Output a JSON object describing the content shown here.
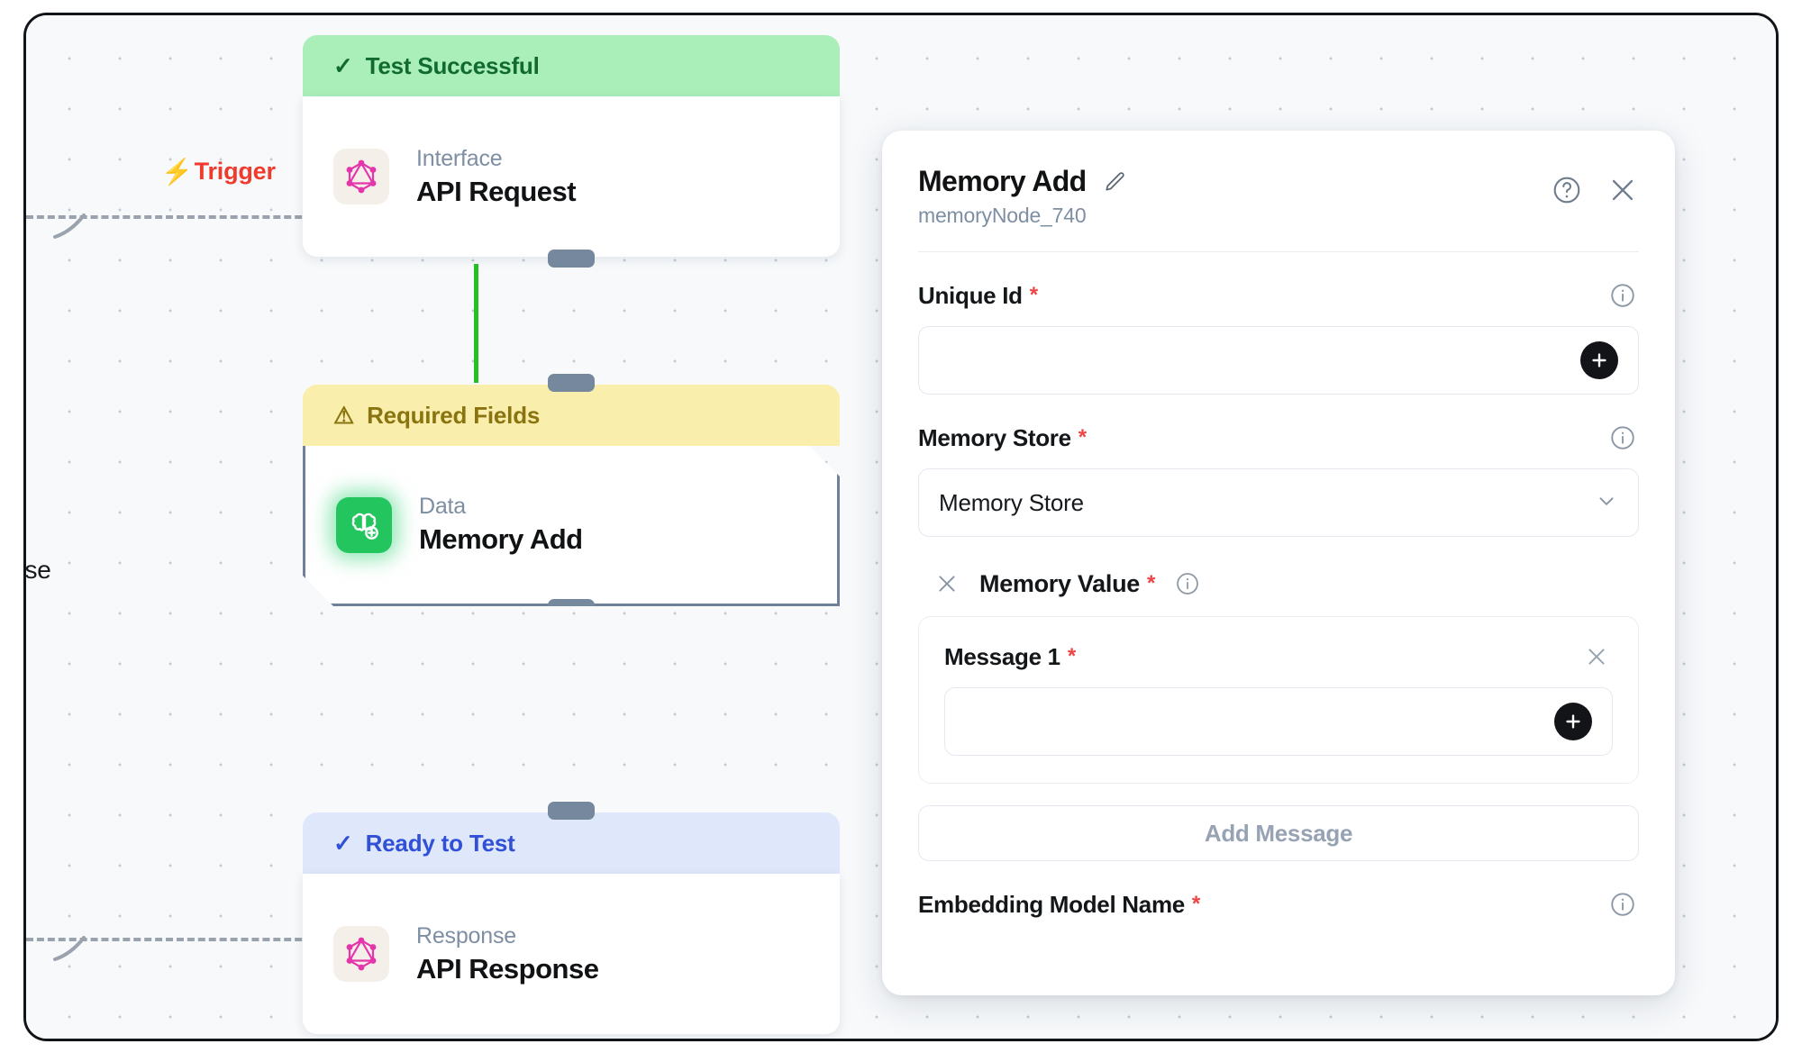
{
  "canvas": {
    "trigger_label": "Trigger",
    "trigger_icon": "lightning-bolt-icon",
    "response_clipped_label": "onse"
  },
  "nodes": [
    {
      "id": "api-request",
      "badge_label": "Test Successful",
      "badge_icon": "check-icon",
      "badge_state": "success",
      "kind": "Interface",
      "title": "API Request",
      "icon": "graphql-icon"
    },
    {
      "id": "memory-add",
      "badge_label": "Required Fields",
      "badge_icon": "warning-triangle-icon",
      "badge_state": "warning",
      "kind": "Data",
      "title": "Memory Add",
      "icon": "brain-plus-icon",
      "selected": true
    },
    {
      "id": "api-response",
      "badge_label": "Ready to Test",
      "badge_icon": "check-icon",
      "badge_state": "info",
      "kind": "Response",
      "title": "API Response",
      "icon": "graphql-icon"
    }
  ],
  "panel": {
    "title": "Memory Add",
    "edit_icon": "pencil-icon",
    "node_id": "memoryNode_740",
    "help_icon": "question-circle-icon",
    "close_icon": "close-icon",
    "fields": {
      "unique_id": {
        "label": "Unique Id",
        "required_marker": "*",
        "info_icon": "info-circle-icon",
        "value": "",
        "placeholder": "",
        "add_icon": "plus-icon"
      },
      "memory_store": {
        "label": "Memory Store",
        "required_marker": "*",
        "info_icon": "info-circle-icon",
        "selected_option": "Memory Store",
        "chevron_icon": "chevron-down-icon"
      },
      "memory_value": {
        "label": "Memory Value",
        "required_marker": "*",
        "info_icon": "info-circle-icon",
        "remove_icon": "close-icon",
        "message": {
          "label": "Message 1",
          "required_marker": "*",
          "remove_icon": "close-icon",
          "value": "",
          "placeholder": "",
          "add_icon": "plus-icon"
        },
        "add_message_label": "Add Message"
      },
      "embedding_model_name": {
        "label": "Embedding Model Name",
        "required_marker": "*",
        "info_icon": "info-circle-icon"
      }
    }
  },
  "colors": {
    "success_bg": "#aaeeba",
    "success_fg": "#116b31",
    "warning_bg": "#faeead",
    "warning_fg": "#8a7410",
    "info_bg": "#dfe7fb",
    "info_fg": "#3050d8",
    "edge_green": "#21c222",
    "handle": "#76889e",
    "trigger_red": "#ef3b2d",
    "required_red": "#ef4444",
    "memory_icon_green": "#22c55e",
    "graphql_pink": "#e535ab"
  }
}
